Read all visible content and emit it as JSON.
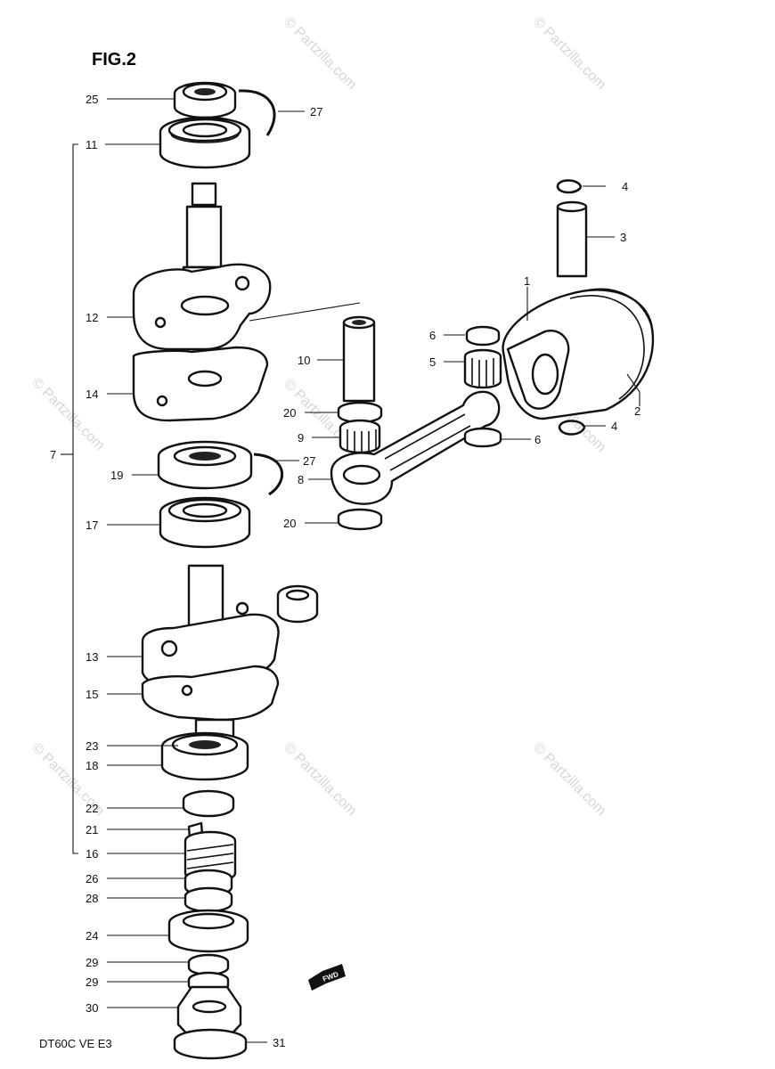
{
  "title": "FIG.2",
  "footer": "DT60C VE E3",
  "fwd_label": "FWD",
  "watermark": "© Partzilla.com",
  "callouts": [
    "25",
    "27",
    "11",
    "4",
    "3",
    "1",
    "12",
    "10",
    "6",
    "5",
    "2",
    "14",
    "20",
    "9",
    "4",
    "6",
    "7",
    "27",
    "19",
    "8",
    "17",
    "20",
    "13",
    "15",
    "23",
    "18",
    "22",
    "21",
    "16",
    "26",
    "28",
    "24",
    "29",
    "29",
    "30",
    "31"
  ]
}
